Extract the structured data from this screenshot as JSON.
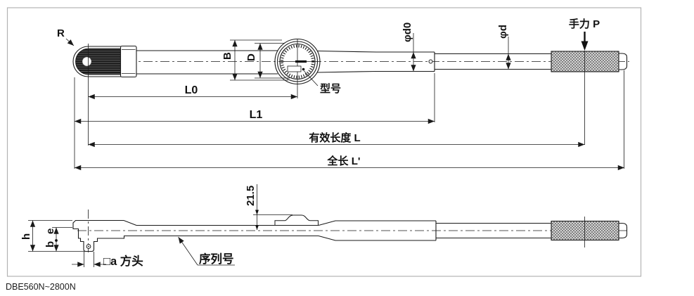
{
  "page": {
    "caption": "DBE560N~2800N"
  },
  "upper_view": {
    "radius_label": "R",
    "dial_outer_label": "B",
    "dial_face_label": "D",
    "dim_l0": "L0",
    "dim_l1": "L1",
    "dim_effective_length": "有效长度 L",
    "dim_overall_length": "全长 L'",
    "model_callout": "型号",
    "shaft_dia0_label": "φd0",
    "shaft_dia_label": "φd",
    "hand_force_label": "手力 P"
  },
  "lower_view": {
    "clip_height": "21.5",
    "dim_h": "h",
    "dim_e": "e",
    "dim_b": "b",
    "square_drive_label": "□a 方头",
    "serial_callout": "序列号"
  },
  "colors": {
    "line": "#1a1a1a",
    "frame": "#b3b3b3",
    "head_fill": "#1c1c1c",
    "knurl_fill": "#e0e0e0"
  }
}
